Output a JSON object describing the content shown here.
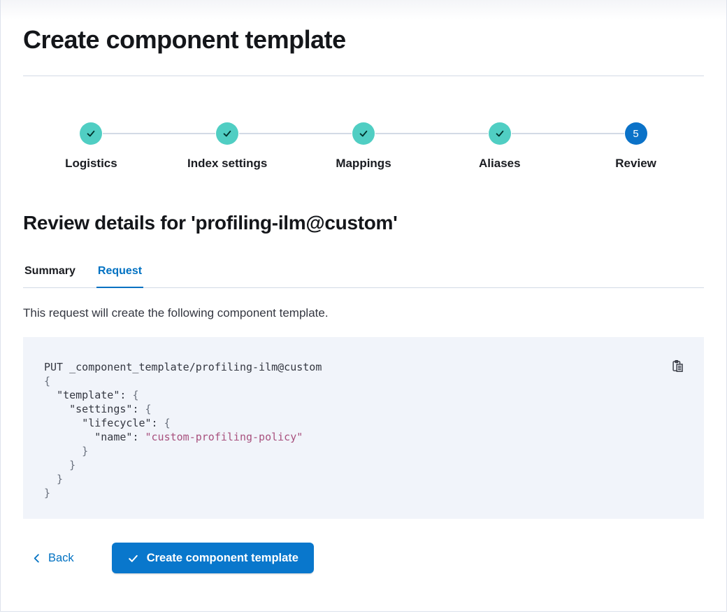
{
  "page": {
    "title": "Create component template"
  },
  "stepper": {
    "steps": [
      {
        "label": "Logistics",
        "status": "complete"
      },
      {
        "label": "Index settings",
        "status": "complete"
      },
      {
        "label": "Mappings",
        "status": "complete"
      },
      {
        "label": "Aliases",
        "status": "complete"
      },
      {
        "label": "Review",
        "status": "current",
        "number": "5"
      }
    ]
  },
  "review": {
    "heading": "Review details for 'profiling-ilm@custom'",
    "tabs": [
      {
        "label": "Summary",
        "selected": false
      },
      {
        "label": "Request",
        "selected": true
      }
    ],
    "description": "This request will create the following component template."
  },
  "code": {
    "copy_icon": "copy-clipboard-icon",
    "lines": [
      [
        {
          "t": "PUT _component_template/profiling-ilm@custom",
          "c": "plain"
        }
      ],
      [
        {
          "t": "{",
          "c": "punct"
        }
      ],
      [
        {
          "t": "  ",
          "c": "plain"
        },
        {
          "t": "\"template\"",
          "c": "key"
        },
        {
          "t": ": ",
          "c": "plain"
        },
        {
          "t": "{",
          "c": "punct"
        }
      ],
      [
        {
          "t": "    ",
          "c": "plain"
        },
        {
          "t": "\"settings\"",
          "c": "key"
        },
        {
          "t": ": ",
          "c": "plain"
        },
        {
          "t": "{",
          "c": "punct"
        }
      ],
      [
        {
          "t": "      ",
          "c": "plain"
        },
        {
          "t": "\"lifecycle\"",
          "c": "key"
        },
        {
          "t": ": ",
          "c": "plain"
        },
        {
          "t": "{",
          "c": "punct"
        }
      ],
      [
        {
          "t": "        ",
          "c": "plain"
        },
        {
          "t": "\"name\"",
          "c": "key"
        },
        {
          "t": ": ",
          "c": "plain"
        },
        {
          "t": "\"custom-profiling-policy\"",
          "c": "string"
        }
      ],
      [
        {
          "t": "      }",
          "c": "punct"
        }
      ],
      [
        {
          "t": "    }",
          "c": "punct"
        }
      ],
      [
        {
          "t": "  }",
          "c": "punct"
        }
      ],
      [
        {
          "t": "}",
          "c": "punct"
        }
      ]
    ]
  },
  "footer": {
    "back_label": "Back",
    "create_label": "Create component template",
    "back_icon": "chevron-left-icon",
    "create_icon": "check-icon"
  },
  "colors": {
    "primary_blue": "#0977cc",
    "link_blue": "#0071c2",
    "step_complete_teal": "#50cec3",
    "step_current_blue": "#0b72c8",
    "code_background": "#f1f4fa",
    "code_string_pink": "#a8517e",
    "divider_gray": "#d3dae6",
    "text_primary": "#1a1c21",
    "text_body": "#343741"
  }
}
